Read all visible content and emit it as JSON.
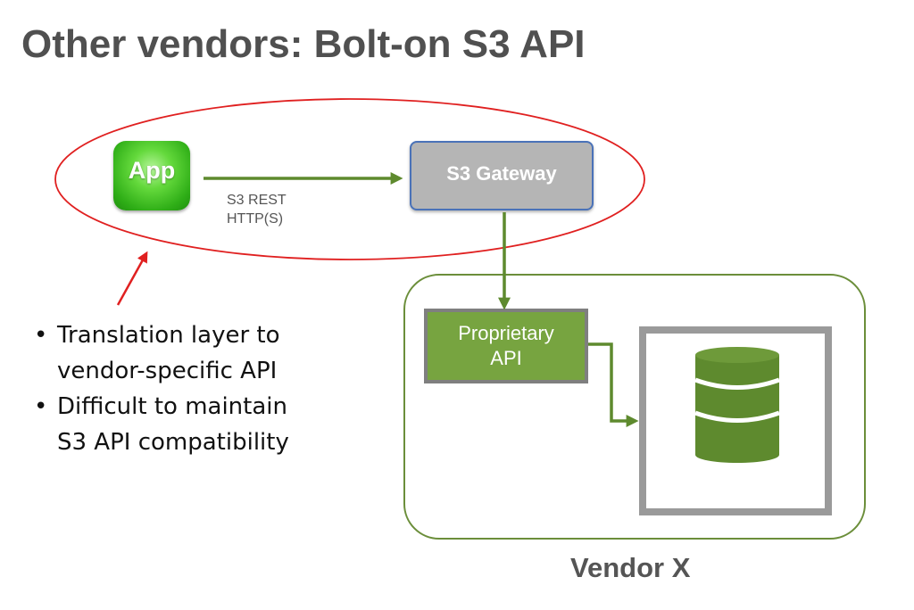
{
  "slide": {
    "title": "Other vendors: Bolt-on S3 API"
  },
  "diagram": {
    "app_label": "App",
    "connection_label_line1": "S3 REST",
    "connection_label_line2": "HTTP(S)",
    "gateway_label": "S3 Gateway",
    "proprietary_label_line1": "Proprietary",
    "proprietary_label_line2": "API",
    "vendor_label": "Vendor X",
    "storage_icon": "database-icon"
  },
  "bullets": [
    {
      "line1": "Translation layer to",
      "line2": "vendor-specific API"
    },
    {
      "line1": "Difficult to maintain",
      "line2": "S3 API compatibility"
    }
  ],
  "colors": {
    "title": "#505050",
    "highlight_ellipse": "#e02020",
    "flow_arrow": "#5e8a2e",
    "app_tile": "#3cc41e",
    "gateway_fill": "#b5b5b5",
    "gateway_border": "#4a72b8",
    "proprietary_fill": "#77a440",
    "vendor_border": "#6b8e3a",
    "database": "#5e8a2e",
    "storage_border": "#9a9a9a"
  }
}
